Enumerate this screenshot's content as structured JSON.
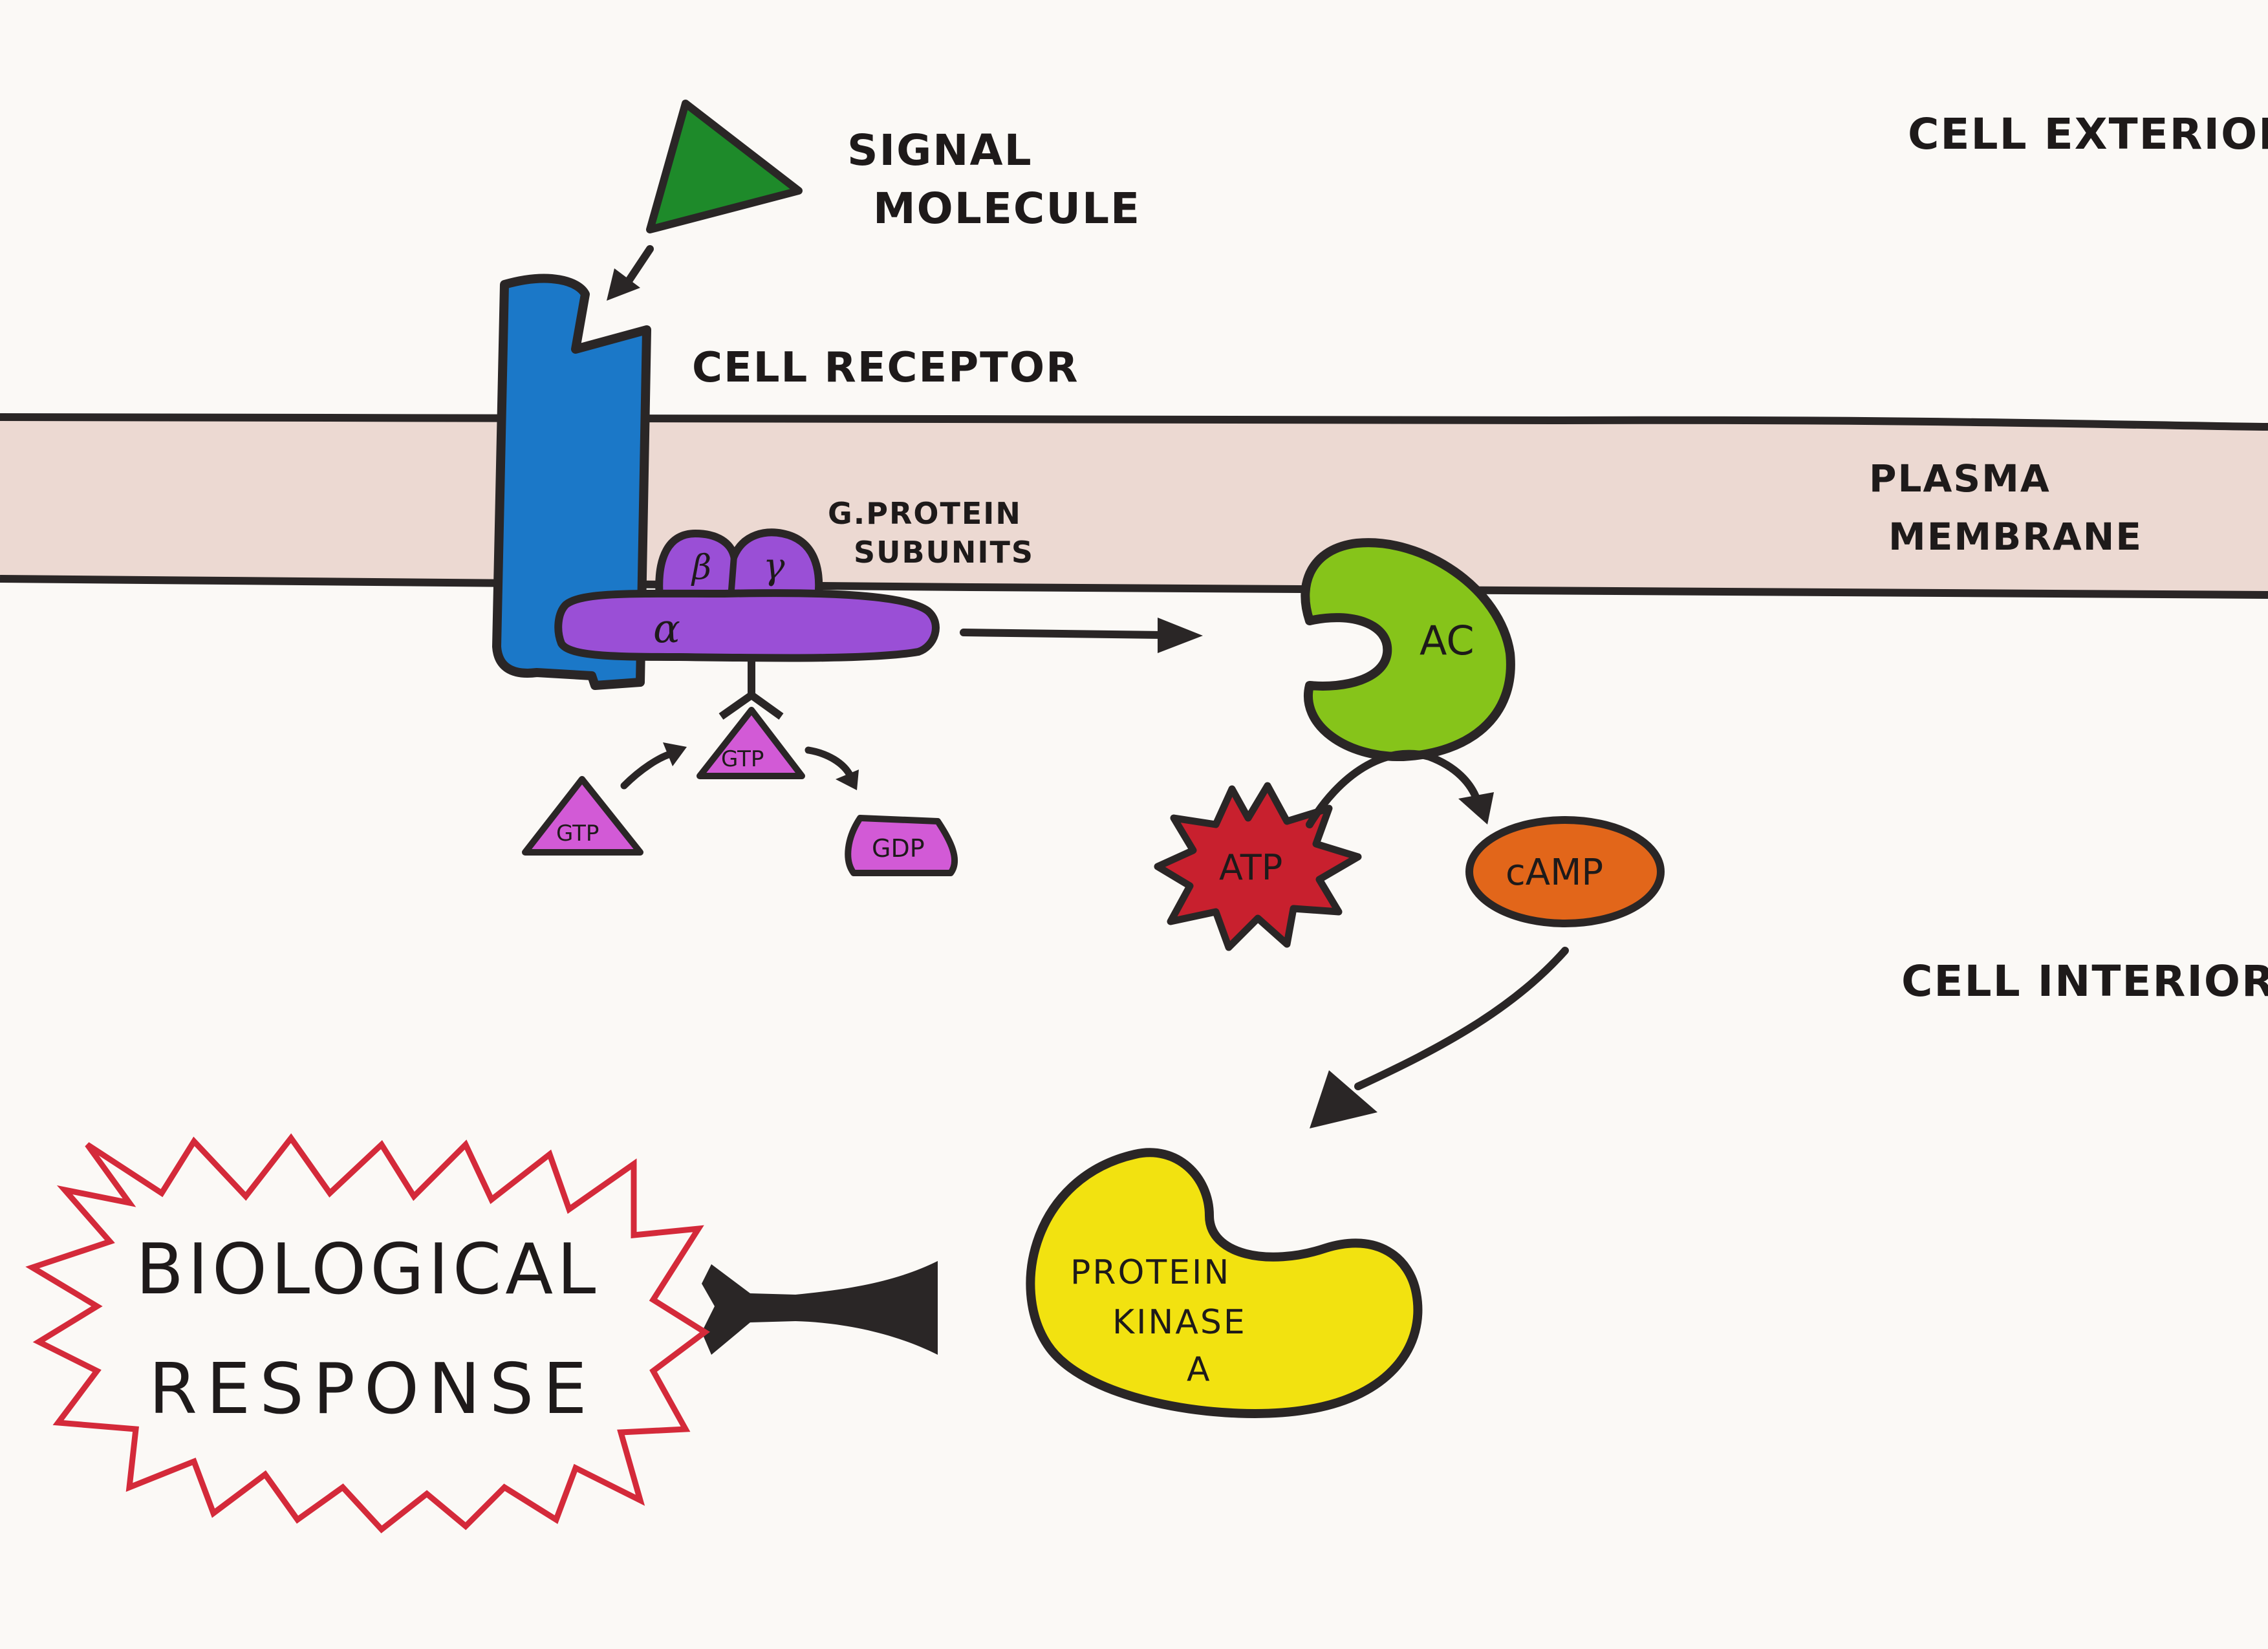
{
  "regions": {
    "exterior_label": "CELL EXTERIOR",
    "interior_label": "CELL INTERIOR",
    "membrane_label_1": "PLASMA",
    "membrane_label_2": "MEMBRANE"
  },
  "signal": {
    "label_1": "SIGNAL",
    "label_2": "MOLECULE",
    "color": "#1e8a2a"
  },
  "receptor": {
    "label": "CELL RECEPTOR",
    "color": "#1b78c8"
  },
  "g_protein": {
    "label_1": "G.PROTEIN",
    "label_2": "SUBUNITS",
    "alpha": "α",
    "beta": "β",
    "gamma": "γ",
    "color": "#9a4fd6"
  },
  "nucleotides": {
    "gtp_free": "GTP",
    "gtp_bound": "GTP",
    "gdp": "GDP",
    "color": "#d25ad6"
  },
  "enzyme": {
    "ac_label": "AC",
    "ac_color": "#86c41a",
    "atp_label": "ATP",
    "atp_color": "#c8202e",
    "camp_label": "cAMP",
    "camp_color": "#e2661a"
  },
  "kinase": {
    "line_1": "PROTEIN",
    "line_2": "KINASE",
    "line_3": "A",
    "color": "#f2e210"
  },
  "response": {
    "line_1": "BIOLOGICAL",
    "line_2": "RESPONSE",
    "outline_color": "#d42a3a"
  },
  "colors": {
    "membrane": "#ecd9d2",
    "outline": "#2a2626",
    "paper": "#fbf9f6"
  }
}
